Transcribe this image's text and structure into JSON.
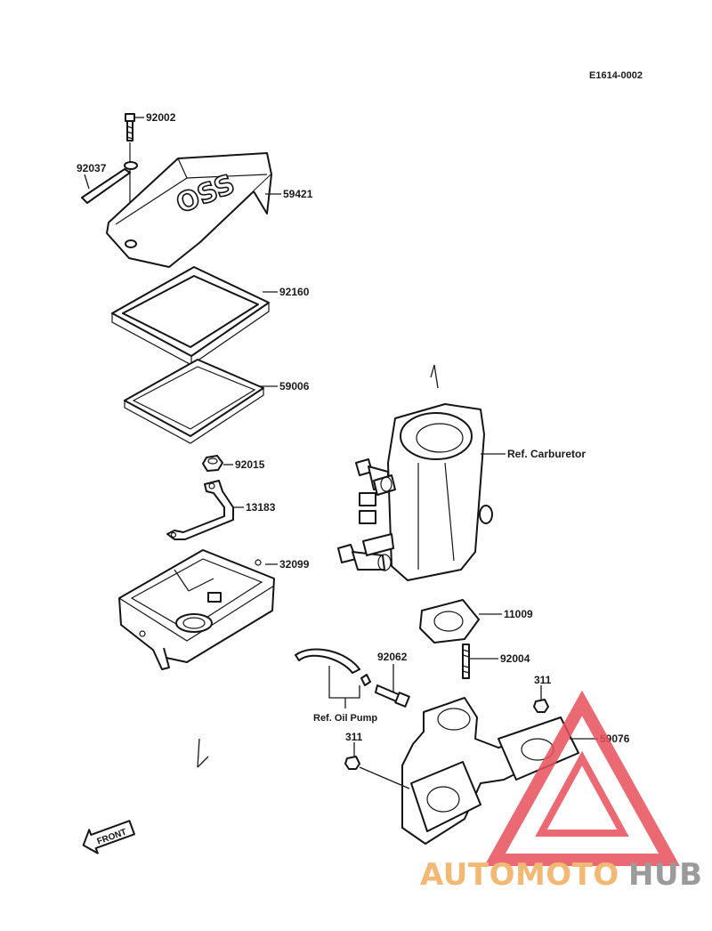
{
  "diagram_code": "E1614-0002",
  "parts": {
    "p92002": "92002",
    "p92037": "92037",
    "p59421": "59421",
    "p92160": "92160",
    "p59006": "59006",
    "p92015": "92015",
    "p13183": "13183",
    "p32099": "32099",
    "p11009": "11009",
    "p92062": "92062",
    "p92004": "92004",
    "p311a": "311",
    "p311b": "311",
    "p59076": "59076"
  },
  "references": {
    "carburetor": "Ref. Carburetor",
    "oil_pump": "Ref. Oil Pump"
  },
  "cover_text": "OSS",
  "front_arrow": "FRONT",
  "watermark": {
    "part1": "AUTOMOTO",
    "part2": "HUB",
    "color_red": "#e8505b",
    "color_orange": "#f1ad5c",
    "color_gray": "#8a8a8a"
  }
}
